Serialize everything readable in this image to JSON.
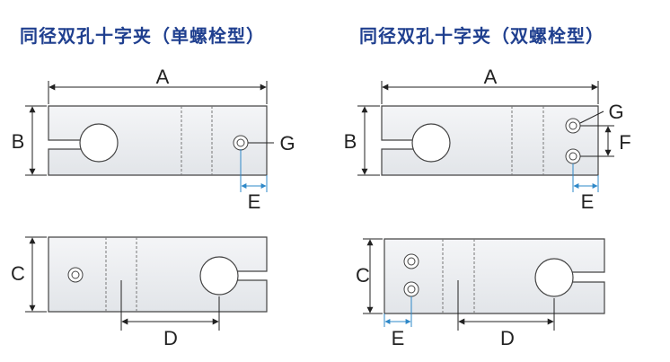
{
  "left_panel": {
    "title": "同径双孔十字夹（单螺栓型）",
    "dims": {
      "a": "A",
      "b": "B",
      "c": "C",
      "d": "D",
      "e": "E",
      "g": "G"
    }
  },
  "right_panel": {
    "title": "同径双孔十字夹（双螺栓型）",
    "dims": {
      "a": "A",
      "b": "B",
      "c": "C",
      "d": "D",
      "e": "E",
      "f": "F",
      "g": "G"
    }
  },
  "colors": {
    "title": "#1f3f8f",
    "body_fill": "#e9ecef",
    "outline": "#333333",
    "dim_line": "#222222",
    "e_dim": "#2e88c8"
  }
}
